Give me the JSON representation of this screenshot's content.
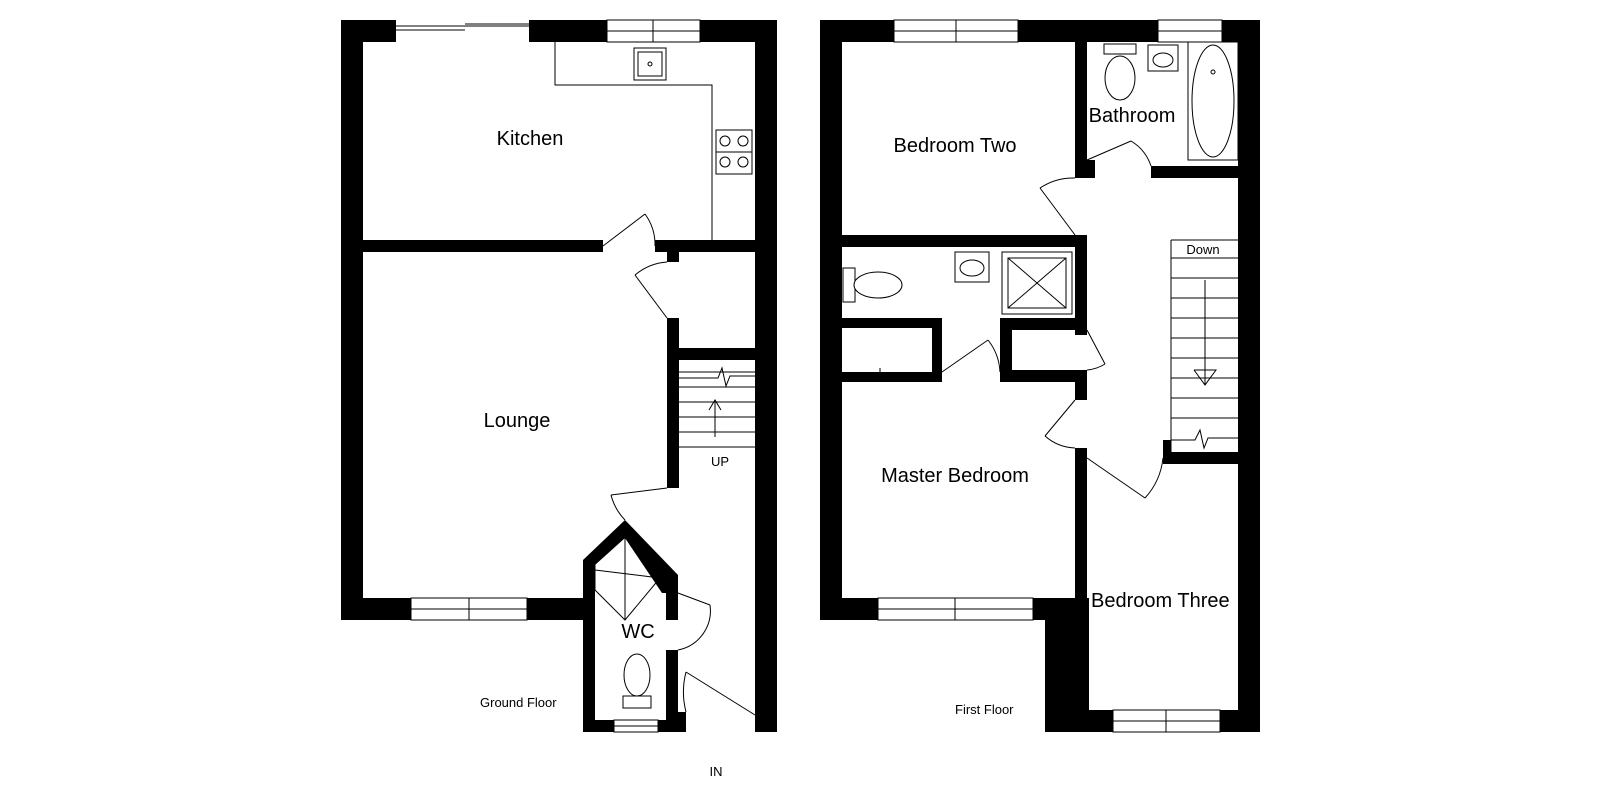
{
  "ground_floor": {
    "caption": "Ground Floor",
    "rooms": {
      "kitchen": "Kitchen",
      "lounge": "Lounge",
      "wc": "WC"
    },
    "stairs_label": "UP",
    "entrance_label": "IN"
  },
  "first_floor": {
    "caption": "First Floor",
    "rooms": {
      "bedroom_two": "Bedroom Two",
      "bathroom": "Bathroom",
      "master_bedroom": "Master Bedroom",
      "bedroom_three": "Bedroom Three"
    },
    "stairs_label": "Down"
  }
}
